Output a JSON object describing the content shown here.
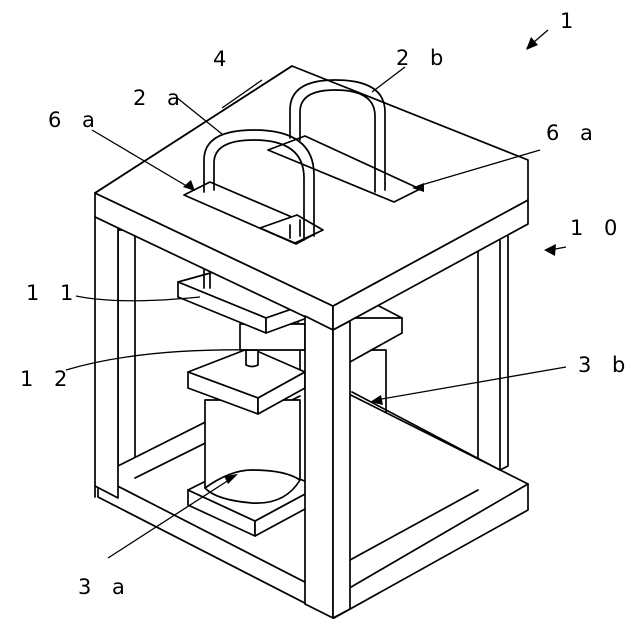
{
  "labels": {
    "device": "1",
    "top_plate": "4",
    "handle_rear": "2 b",
    "handle_front": "2 a",
    "slot_left": "6 a",
    "slot_right": "6 a",
    "frame": "1 0",
    "pressure_plate": "1 1",
    "shaft": "1 2",
    "cylinder_rear": "3 b",
    "cylinder_front": "3 a"
  }
}
